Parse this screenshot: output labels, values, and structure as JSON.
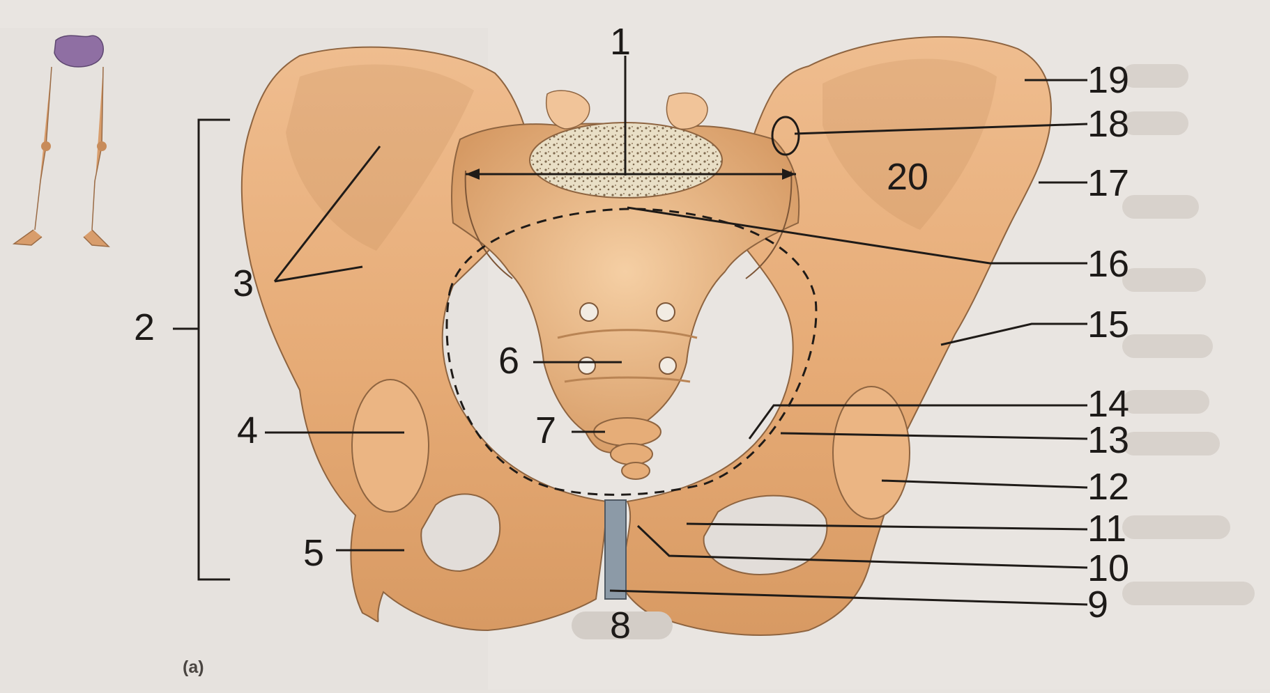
{
  "figure": {
    "panel_label": "(a)",
    "labels": [
      {
        "id": "1",
        "text": "1"
      },
      {
        "id": "2",
        "text": "2"
      },
      {
        "id": "3",
        "text": "3"
      },
      {
        "id": "4",
        "text": "4"
      },
      {
        "id": "5",
        "text": "5"
      },
      {
        "id": "6",
        "text": "6"
      },
      {
        "id": "7",
        "text": "7"
      },
      {
        "id": "8",
        "text": "8"
      },
      {
        "id": "9",
        "text": "9"
      },
      {
        "id": "10",
        "text": "10"
      },
      {
        "id": "11",
        "text": "11"
      },
      {
        "id": "12",
        "text": "12"
      },
      {
        "id": "13",
        "text": "13"
      },
      {
        "id": "14",
        "text": "14"
      },
      {
        "id": "15",
        "text": "15"
      },
      {
        "id": "16",
        "text": "16"
      },
      {
        "id": "17",
        "text": "17"
      },
      {
        "id": "18",
        "text": "18"
      },
      {
        "id": "19",
        "text": "19"
      },
      {
        "id": "20",
        "text": "20"
      }
    ]
  },
  "colors": {
    "bone": "#e8b07d",
    "bone_shadow": "#c98957",
    "pubic_symphysis": "#8c9aa7",
    "background": "#e7e3df",
    "text": "#1d1a18"
  },
  "icons": {
    "thumbnail": "full-skeleton-lower-limb-icon"
  }
}
